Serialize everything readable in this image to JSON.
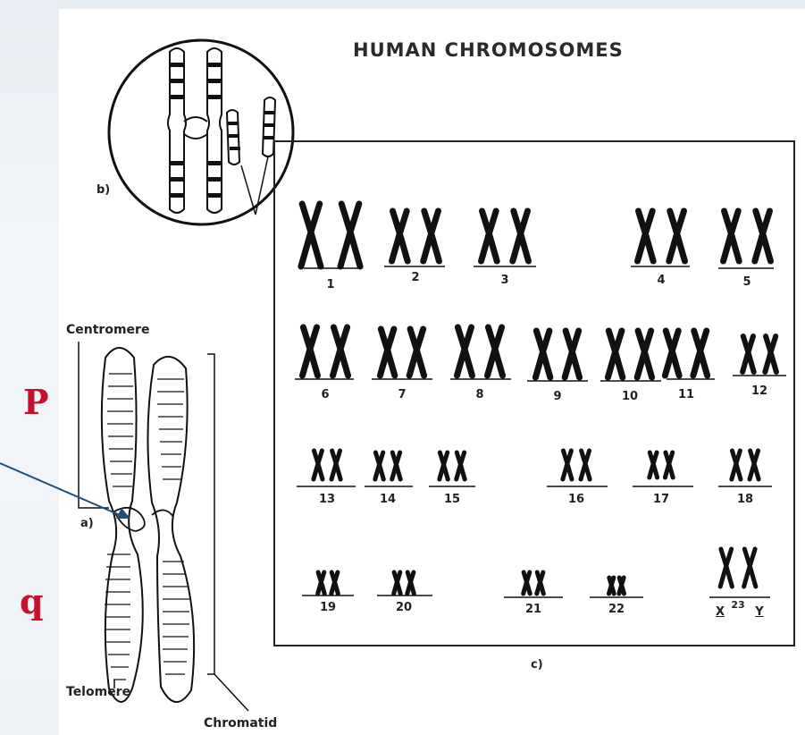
{
  "title": "HUMAN CHROMOSOMES",
  "panel_labels": {
    "a": "a)",
    "b": "b)",
    "c": "c)"
  },
  "annotations": {
    "centromere": "Centromere",
    "telomere": "Telomere",
    "chromatid": "Chromatid",
    "p_arm": "P",
    "q_arm": "q"
  },
  "karyotype": {
    "row1": [
      "1",
      "2",
      "3",
      "4",
      "5"
    ],
    "row2": [
      "6",
      "7",
      "8",
      "9",
      "10",
      "11",
      "12"
    ],
    "row3": [
      "13",
      "14",
      "15",
      "16",
      "17",
      "18"
    ],
    "row4": [
      "19",
      "20",
      "21",
      "22"
    ],
    "sex": {
      "x": "X",
      "number": "23",
      "y": "Y"
    }
  },
  "colors": {
    "arm_labels": "#c8102e",
    "arrow": "#1f4e79",
    "ink": "#111111"
  }
}
